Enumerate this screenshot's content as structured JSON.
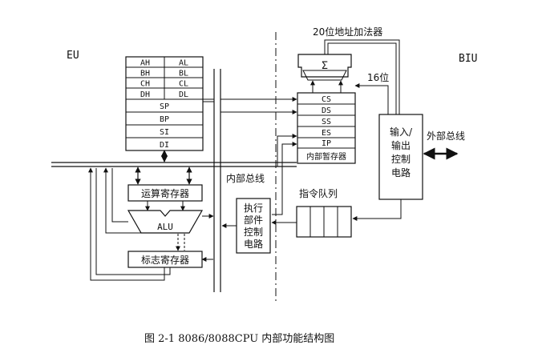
{
  "labels": {
    "eu": "EU",
    "biu": "BIU",
    "adder": "20位地址加法器",
    "sigma": "Σ",
    "bits16": "16位",
    "external_bus": "外部总线",
    "internal_bus": "内部总线",
    "instruction_queue": "指令队列",
    "io_circuit": [
      "输入/",
      "输出",
      "控制",
      "电路"
    ],
    "exec_control": [
      "执行",
      "部件",
      "控制",
      "电路"
    ],
    "temp_register": "运算寄存器",
    "alu": "ALU",
    "flag_register": "标志寄存器",
    "internal_temp_regs": "内部暂存器"
  },
  "general_registers": [
    [
      "AH",
      "AL"
    ],
    [
      "BH",
      "BL"
    ],
    [
      "CH",
      "CL"
    ],
    [
      "DH",
      "DL"
    ]
  ],
  "pointer_registers": [
    "SP",
    "BP",
    "SI",
    "DI"
  ],
  "segment_registers": [
    "CS",
    "DS",
    "SS",
    "ES",
    "IP"
  ],
  "caption": "图 2-1    8086/8088CPU 内部功能结构图"
}
